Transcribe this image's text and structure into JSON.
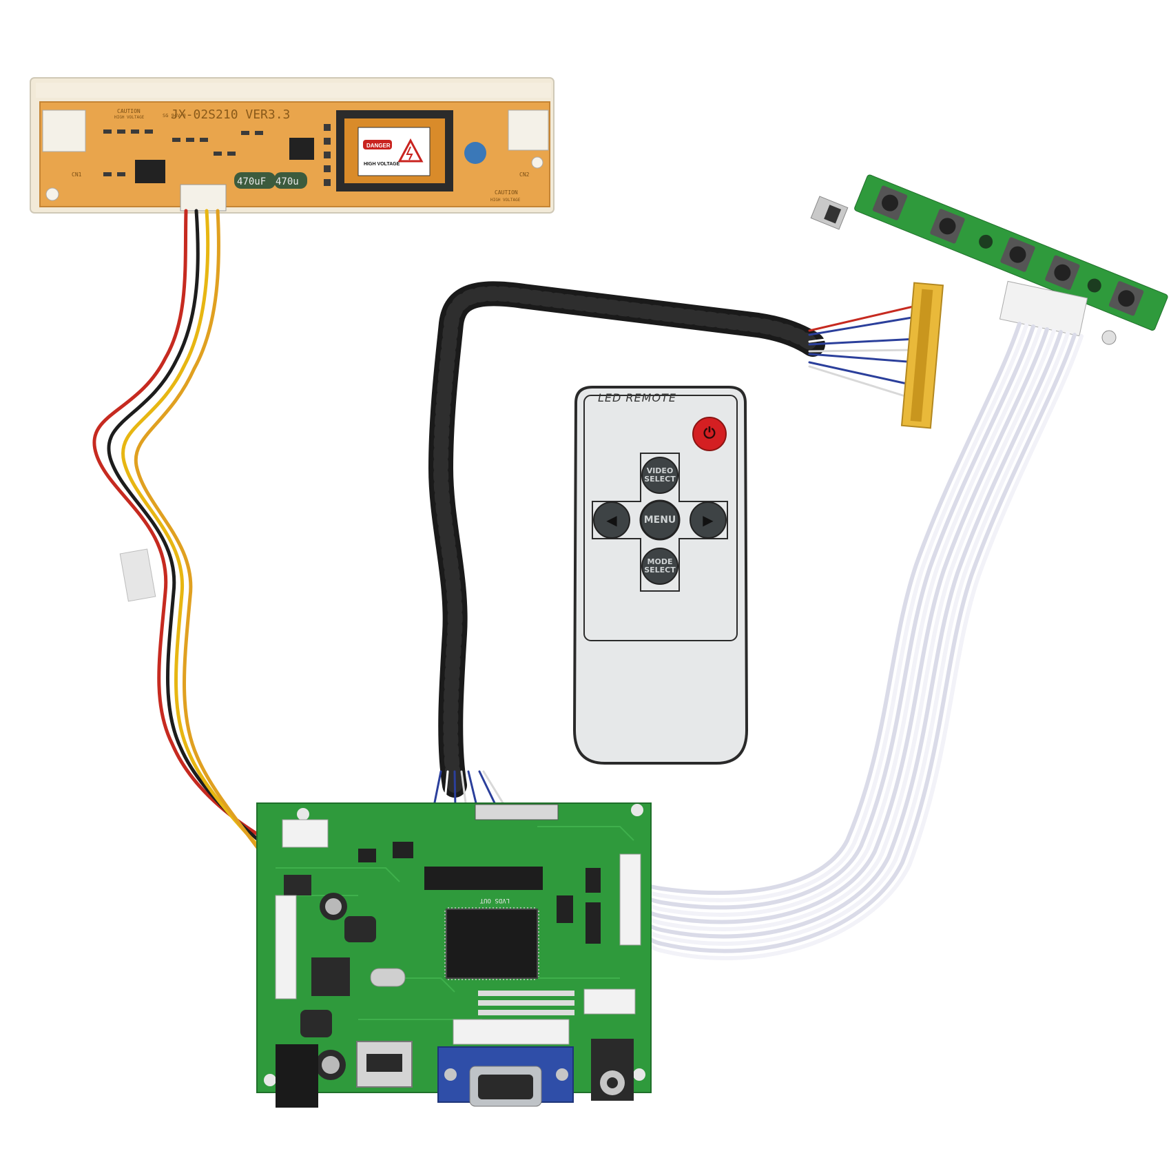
{
  "inverter": {
    "model_text": "JX-02S210 VER3.3",
    "caution_left": "CAUTION",
    "caution_left_sub": "HIGH VOLTAGE",
    "caution_right": "CAUTION",
    "caution_right_sub": "HIGH VOLTAGE",
    "cap_label_1": "470uF",
    "cap_label_2": "470u",
    "cn1_label": "CN1",
    "cn2_label": "CN2",
    "marking_small": "SG 94V-0",
    "danger_label": "DANGER",
    "danger_sub": "HIGH VOLTAGE"
  },
  "remote": {
    "header_label": "LED REMOTE",
    "video_select_label": "VIDEO SELECT",
    "menu_label": "MENU",
    "mode_select_label": "MODE SELECT",
    "left_symbol": "◀",
    "right_symbol": "▶",
    "power_symbol": "⏻"
  },
  "controller_board": {
    "lvds_out_label": "LVDS OUT"
  },
  "colors": {
    "pcb_green": "#2f9a3c",
    "inverter_orange": "#e7a64a",
    "remote_gray": "#e6e8e9",
    "power_red": "#d41f22",
    "vga_blue": "#2f4ea8"
  }
}
